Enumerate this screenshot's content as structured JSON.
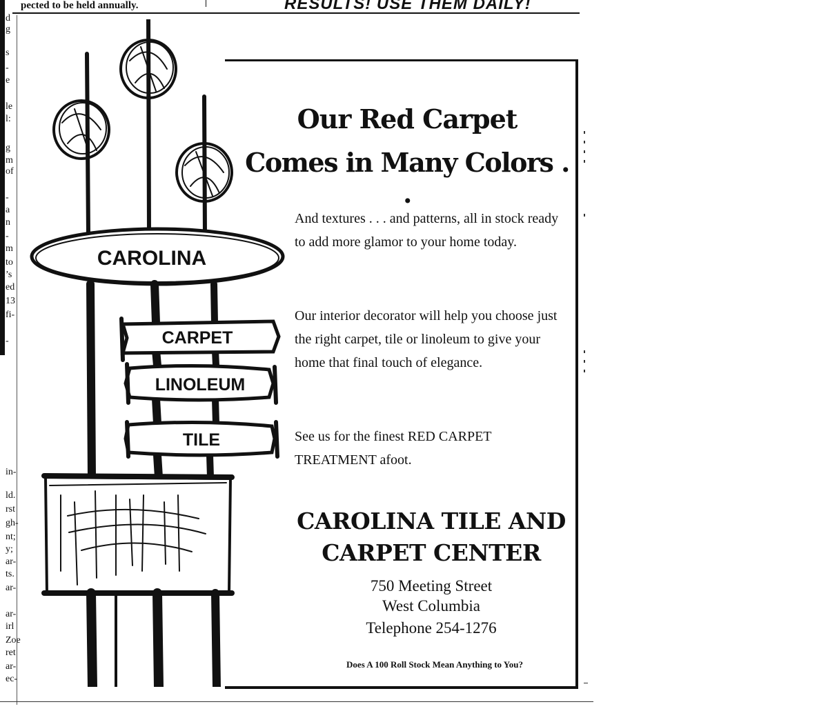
{
  "header": {
    "top_left_text": "pected to be held annually.",
    "banner": "RESULTS! USE THEM DAILY!"
  },
  "left_column_fragments": [
    "d",
    "g",
    "s",
    "-",
    "e",
    "le",
    "l:",
    "g",
    "m",
    "of",
    "-",
    "a",
    "n",
    "-",
    "m",
    "to",
    "’s",
    "ed",
    "13",
    "fi-",
    "-",
    "in-",
    "ld.",
    "rst",
    "gh-",
    "nt;",
    "y;",
    "ar-",
    "ts.",
    "ar-",
    "ar-",
    "irl",
    "Zoe",
    "ret",
    "ar-",
    "ec-"
  ],
  "ad": {
    "headline_line1": "Our Red Carpet",
    "headline_line2": "Comes in Many Colors . .",
    "para1": "And textures . . . and patterns, all in stock ready to add more glamor to your home today.",
    "para2": "Our interior decorator will help you choose just the right carpet, tile or linoleum to give your home that final touch of elegance.",
    "para3": "See us for the finest RED CARPET TREATMENT afoot.",
    "company_line1": "CAROLINA TILE AND",
    "company_line2": "CARPET CENTER",
    "address_street": "750 Meeting Street",
    "address_city": "West Columbia",
    "address_phone": "Telephone 254-1276",
    "tagline": "Does A 100 Roll Stock Mean Anything to You?"
  },
  "sign": {
    "main": "CAROLINA",
    "board1": "CARPET",
    "board2": "LINOLEUM",
    "board3": "TILE"
  }
}
